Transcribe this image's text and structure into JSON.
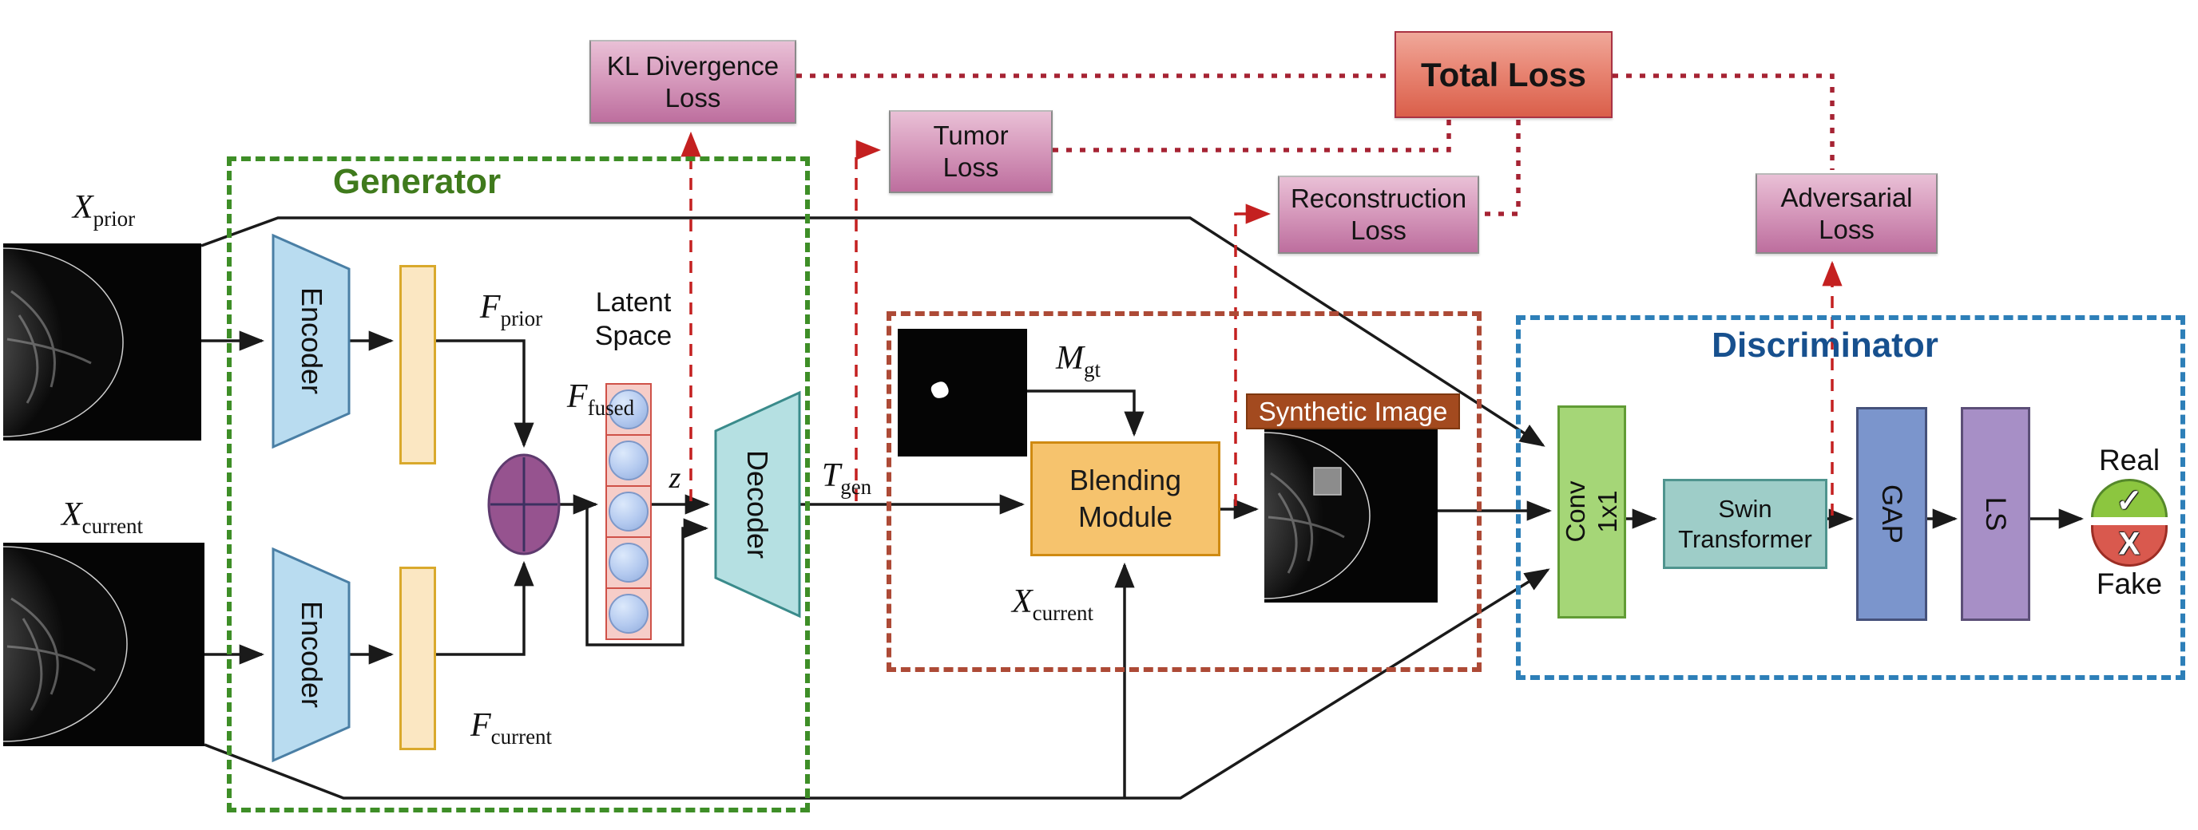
{
  "figure": {
    "type": "gan-architecture-diagram",
    "description_visible_regions": [
      "Generator",
      "Blending",
      "Discriminator",
      "Losses"
    ]
  },
  "generator": {
    "title": "Generator",
    "encoder_top": "Encoder",
    "encoder_bottom": "Encoder",
    "decoder": "Decoder",
    "latent_line1": "Latent",
    "latent_line2": "Space",
    "latent_slots": 5
  },
  "labels": {
    "x_prior": {
      "main": "X",
      "sub": "prior"
    },
    "x_current": {
      "main": "X",
      "sub": "current"
    },
    "f_prior": {
      "main": "F",
      "sub": "prior"
    },
    "f_current": {
      "main": "F",
      "sub": "current"
    },
    "f_fused": {
      "main": "F",
      "sub": "fused"
    },
    "z": "z",
    "t_gen": {
      "main": "T",
      "sub": "gen"
    },
    "m_gt": {
      "main": "M",
      "sub": "gt"
    },
    "x_current_blend": {
      "main": "X",
      "sub": "current"
    }
  },
  "blending": {
    "module_line1": "Blending",
    "module_line2": "Module",
    "synthetic_label": "Synthetic Image"
  },
  "discriminator": {
    "title": "Discriminator",
    "conv_line1": "Conv",
    "conv_line2": "1x1",
    "swin_line1": "Swin",
    "swin_line2": "Transformer",
    "gap": "GAP",
    "ls": "LS",
    "real": "Real",
    "fake": "Fake",
    "check_mark": "✓",
    "cross_mark": "X"
  },
  "losses": {
    "kl": {
      "line1": "KL Divergence",
      "line2": "Loss"
    },
    "tumor": {
      "line1": "Tumor",
      "line2": "Loss"
    },
    "reconstruction": {
      "line1": "Reconstruction",
      "line2": "Loss"
    },
    "adversarial": {
      "line1": "Adversarial",
      "line2": "Loss"
    },
    "total": {
      "line1": "Total Loss"
    }
  },
  "colors": {
    "generator_border": "#3e8e27",
    "generator_title": "#3f7a1c",
    "discriminator_border": "#2d7fb8",
    "discriminator_title": "#17508e",
    "blending_region_border": "#ad4a36",
    "loss_box_top": "#e9c0d6",
    "loss_box_bottom": "#bd6e9e",
    "total_loss_top": "#f0a89a",
    "total_loss_bottom": "#da5f4a",
    "encoder_fill": "#b9dcf0",
    "decoder_fill": "#b5e0e2",
    "feature_bar_fill": "#fbe7c2",
    "fusion_fill": "#96538f",
    "latent_cell_fill": "#f6cdc8",
    "latent_dot_fill": "#b3c9ef",
    "blending_fill": "#f6c36d",
    "synthetic_label_fill": "#a34a1f",
    "conv_fill": "#a5d677",
    "swin_fill": "#9ecdc8",
    "gap_fill": "#7b95cc",
    "ls_fill": "#a78fc6",
    "real_fill": "#8cc63f",
    "fake_fill": "#d9594e",
    "wire_black": "#1a1a1a",
    "wire_red_dashed": "#c42020",
    "wire_red_dotted": "#a62333"
  }
}
